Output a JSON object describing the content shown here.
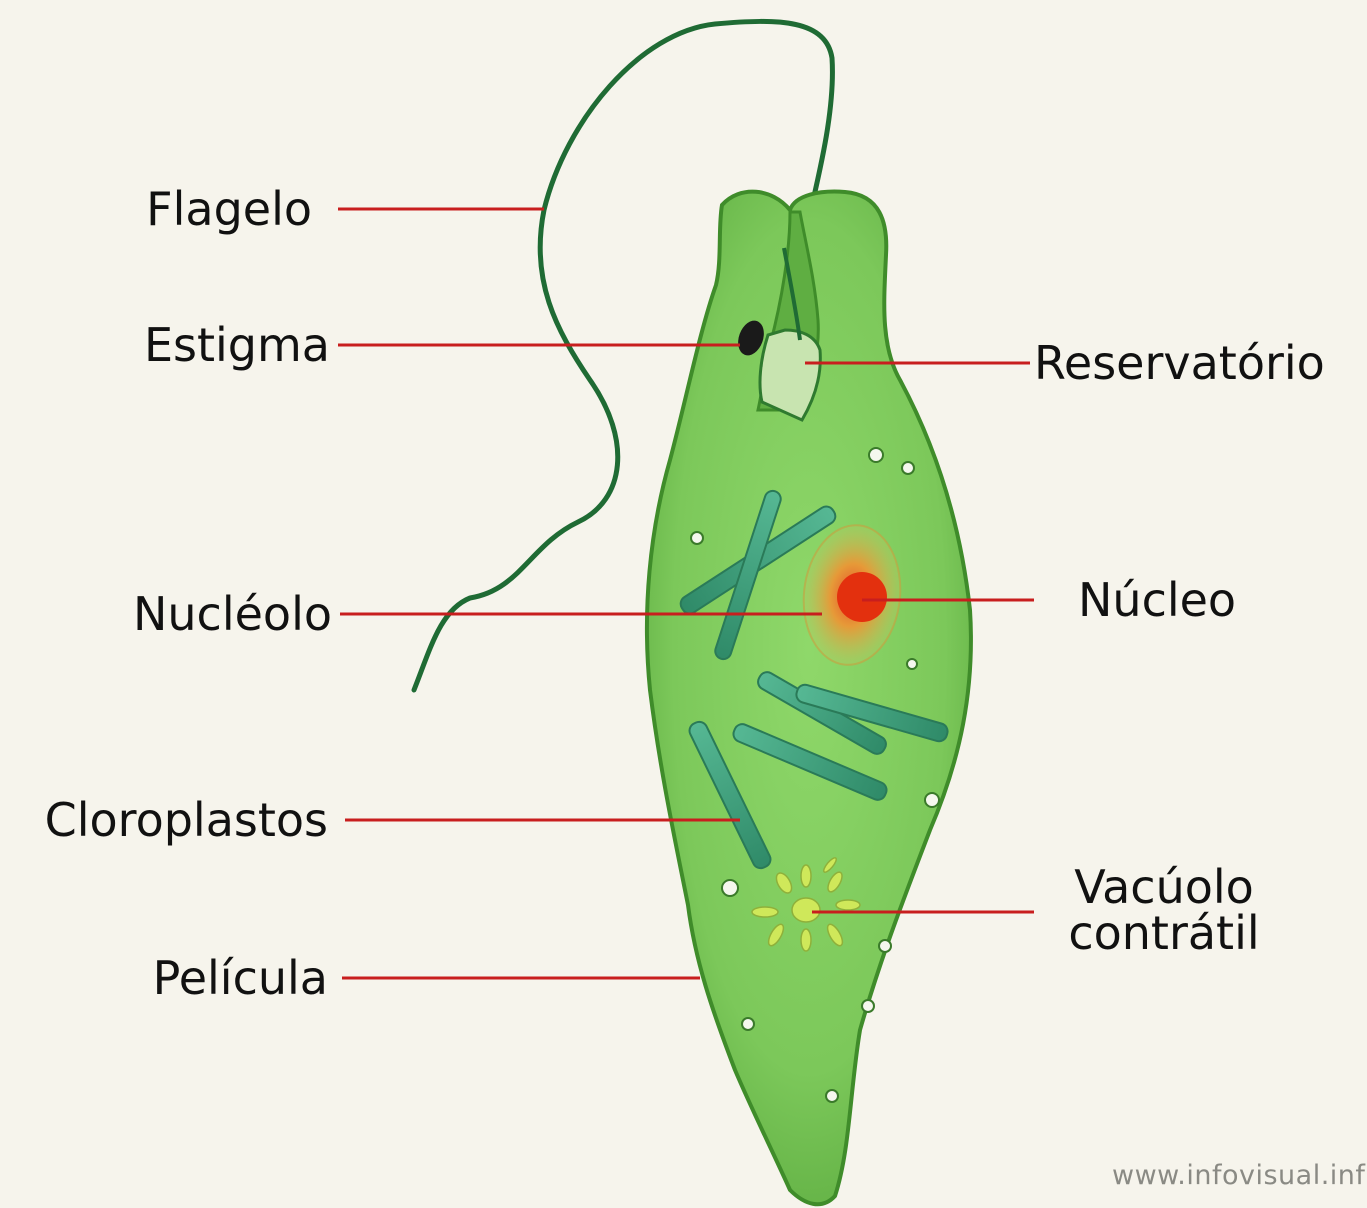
{
  "labels": {
    "flagelo": "Flagelo",
    "estigma": "Estigma",
    "reservatorio": "Reservatório",
    "nucleolo": "Nucléolo",
    "nucleo": "Núcleo",
    "cloroplastos": "Cloroplastos",
    "vacuolo_line1": "Vacúolo",
    "vacuolo_line2": "contrátil",
    "pelicula": "Película"
  },
  "watermark": "www.infovisual.inf",
  "colors": {
    "background": "#f6f4ec",
    "cell_body": "#7cc85a",
    "cell_outline": "#3f8c2a",
    "flagellum": "#1f6b34",
    "chloroplast": "#3fa07e",
    "nucleus_halo": "#e2a83a",
    "nucleolus": "#e3300e",
    "contractile_vacuole": "#cfe85a",
    "eyespot": "#1a1a1a",
    "leader_line": "#c81e1e",
    "label_text": "#111111"
  }
}
